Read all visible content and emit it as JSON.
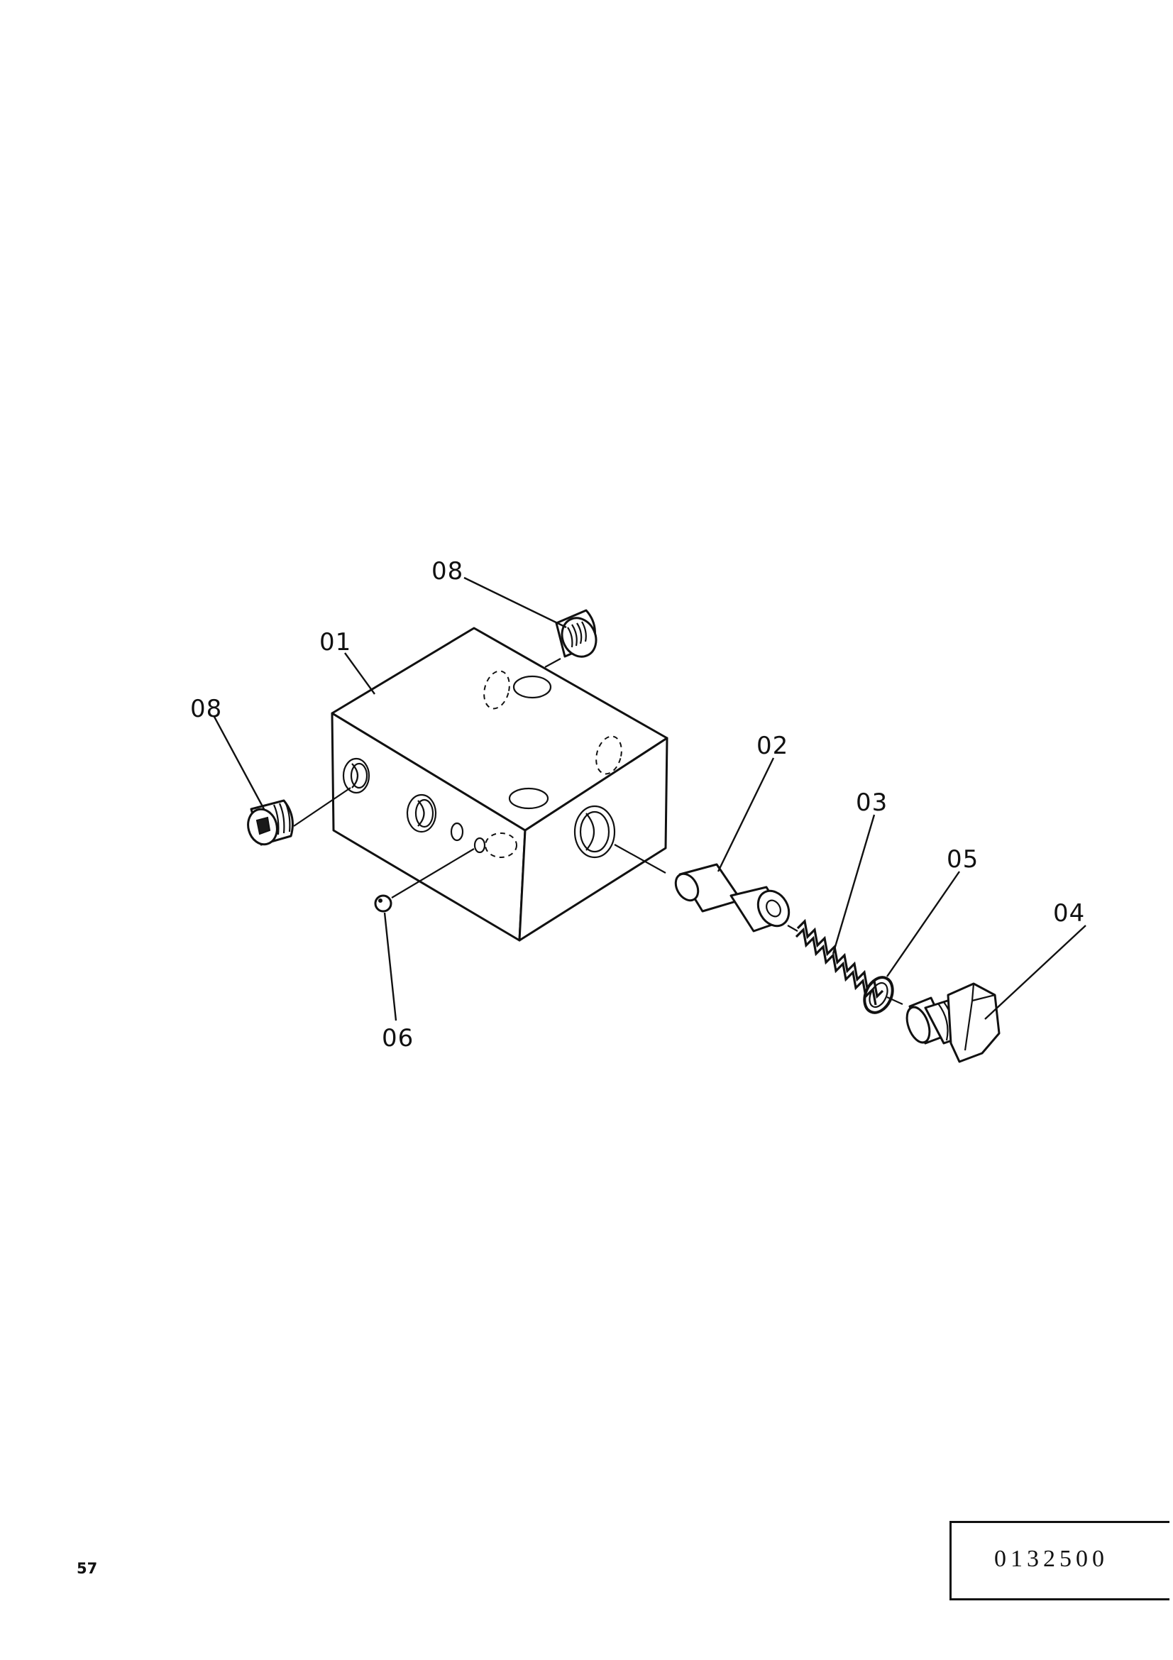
{
  "labels": {
    "p01": "01",
    "p02": "02",
    "p03": "03",
    "p04": "04",
    "p05": "05",
    "p06": "06",
    "p08_top": "08",
    "p08_left": "08"
  },
  "page_number": "57",
  "drawing_code": "0132500"
}
